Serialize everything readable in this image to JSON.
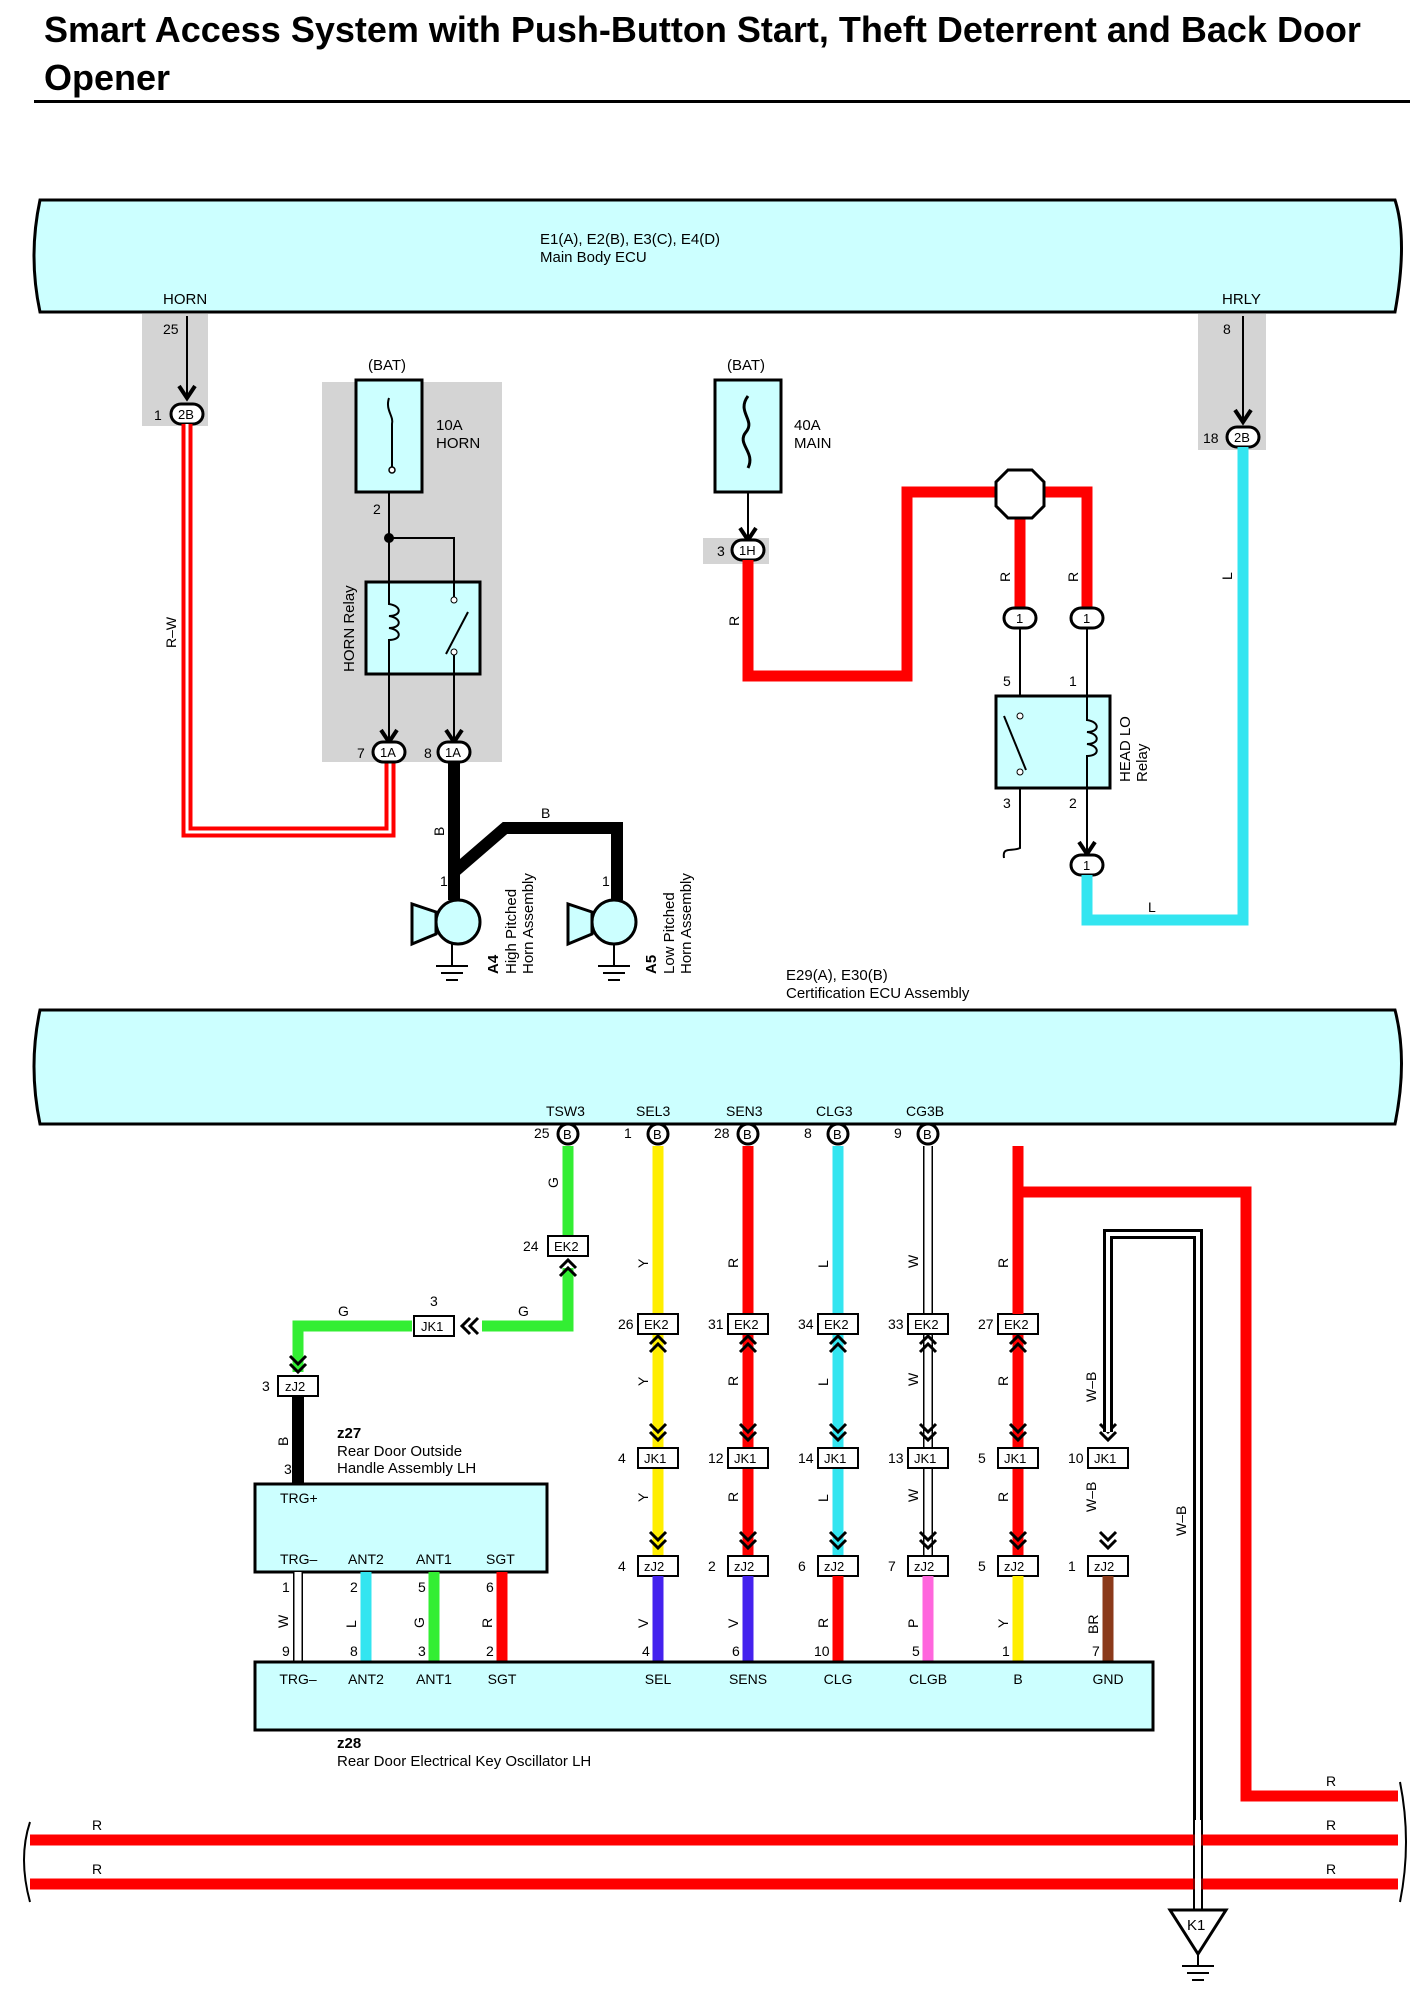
{
  "title": "Smart Access System with Push-Button Start, Theft Deterrent and Back Door Opener",
  "colors": {
    "ecu_fill": "#ccffff",
    "relay_bg": "#d4d4d4",
    "red": "#ff0000",
    "cyan": "#33e5f0",
    "green": "#33ee33",
    "yellow": "#ffee00",
    "violet": "#4422ee",
    "pink": "#ff66dd",
    "brown": "#8b3a1a",
    "black": "#000000",
    "white_wire": "#ffffff"
  },
  "main_body_ecu": {
    "code": "E1(A), E2(B), E3(C), E4(D)",
    "name": "Main Body ECU",
    "terminals": {
      "horn": "HORN",
      "hrly": "HRLY"
    },
    "pins": {
      "horn": "25",
      "hrly": "8"
    }
  },
  "connectors_top": {
    "c2b_left_pin": "1",
    "c2b_left": "2B",
    "c2b_right_pin": "18",
    "c2b_right": "2B",
    "c1h_pin": "3",
    "c1h": "1H",
    "c1a_7_pin": "7",
    "c1a_7": "1A",
    "c1a_8_pin": "8",
    "c1a_8": "1A",
    "j1_a": "1",
    "j1_b": "1",
    "j1_c": "1"
  },
  "fuses": {
    "horn": {
      "supply": "(BAT)",
      "rating": "10A",
      "name": "HORN",
      "pin": "2"
    },
    "main": {
      "supply": "(BAT)",
      "rating": "40A",
      "name": "MAIN"
    }
  },
  "horn_relay": {
    "name": "HORN Relay"
  },
  "head_lo_relay": {
    "name": "HEAD LO",
    "name2": "Relay",
    "pins": {
      "p5": "5",
      "p1": "1",
      "p3": "3",
      "p2": "2"
    }
  },
  "horns": {
    "high": {
      "code": "A4",
      "name": "High Pitched",
      "name2": "Horn Assembly",
      "pin": "1"
    },
    "low": {
      "code": "A5",
      "name": "Low Pitched",
      "name2": "Horn Assembly",
      "pin": "1"
    }
  },
  "top_wire_labels": {
    "rw": "R–W",
    "b1": "B",
    "b2": "B",
    "r1": "R",
    "r2": "R",
    "r3": "R",
    "l1": "L",
    "l2": "L"
  },
  "cert_ecu": {
    "code": "E29(A), E30(B)",
    "name": "Certification ECU Assembly",
    "terminals": [
      "TSW3",
      "SEL3",
      "SEN3",
      "CLG3",
      "CG3B"
    ],
    "pins": [
      "25",
      "1",
      "28",
      "8",
      "9"
    ],
    "conn": "B"
  },
  "ek2": {
    "name": "EK2",
    "tsw_pin": "24",
    "pins": [
      "26",
      "31",
      "34",
      "33",
      "27"
    ]
  },
  "jk1": {
    "name": "JK1",
    "trg_pin": "3",
    "pins": [
      "4",
      "12",
      "14",
      "13",
      "5",
      "10"
    ]
  },
  "zj2": {
    "name": "zJ2",
    "trg_pin": "3",
    "pins": [
      "4",
      "2",
      "6",
      "7",
      "5",
      "1"
    ]
  },
  "mid_wire_labels": {
    "g": [
      "G",
      "G",
      "G"
    ],
    "cols": [
      "Y",
      "R",
      "L",
      "W",
      "R"
    ],
    "wb": "W–B",
    "wb_long": "W–B",
    "b": "B"
  },
  "z27": {
    "code": "z27",
    "name": "Rear Door Outside",
    "name2": "Handle Assembly LH",
    "trg_pin": "3",
    "terminals": [
      "TRG+",
      "TRG–",
      "ANT2",
      "ANT1",
      "SGT"
    ],
    "pins": [
      "1",
      "2",
      "5",
      "6"
    ]
  },
  "bottom_wires": {
    "labels": [
      "W",
      "L",
      "G",
      "R",
      "V",
      "V",
      "R",
      "P",
      "Y",
      "BR"
    ],
    "z28_pins": [
      "9",
      "8",
      "3",
      "2",
      "4",
      "6",
      "10",
      "5",
      "1",
      "7"
    ]
  },
  "z28": {
    "code": "z28",
    "name": "Rear Door Electrical Key Oscillator LH",
    "terminals": [
      "TRG–",
      "ANT2",
      "ANT1",
      "SGT",
      "SEL",
      "SENS",
      "CLG",
      "CLGB",
      "B",
      "GND"
    ]
  },
  "bus_labels": [
    "R",
    "R",
    "R",
    "R",
    "R"
  ],
  "ground": {
    "code": "K1"
  }
}
